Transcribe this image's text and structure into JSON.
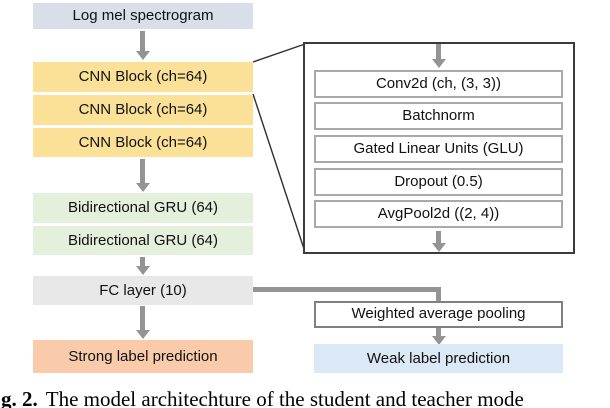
{
  "flow": {
    "input": {
      "label": "Log mel spectrogram"
    },
    "cnn_blocks": [
      {
        "label": "CNN Block (ch=64)"
      },
      {
        "label": "CNN Block (ch=64)"
      },
      {
        "label": "CNN Block (ch=64)"
      }
    ],
    "gru_blocks": [
      {
        "label": "Bidirectional GRU (64)"
      },
      {
        "label": "Bidirectional GRU (64)"
      }
    ],
    "fc": {
      "label": "FC layer (10)"
    },
    "strong": {
      "label": "Strong label prediction"
    }
  },
  "detail_panel": {
    "layers": [
      {
        "label": "Conv2d (ch, (3, 3))"
      },
      {
        "label": "Batchnorm"
      },
      {
        "label": "Gated Linear Units (GLU)"
      },
      {
        "label": "Dropout (0.5)"
      },
      {
        "label": "AvgPool2d ((2, 4))"
      }
    ]
  },
  "right_branch": {
    "weighted_pooling": {
      "label": "Weighted average pooling"
    },
    "weak": {
      "label": "Weak label prediction"
    }
  },
  "caption": {
    "figure": "g. 2.",
    "text": "The model architechture of the student and teacher mode"
  },
  "colors": {
    "input_box": "#d9dee8",
    "cnn_block": "#fbe198",
    "gru_block": "#e4f0dc",
    "fc_block": "#e8e8e8",
    "strong_label_box": "#f9cbaa",
    "weak_label_box": "#dbe9f6",
    "arrow_gray": "#949494",
    "panel_border": "#3b3b3b",
    "layer_border": "#a9a9a9"
  }
}
